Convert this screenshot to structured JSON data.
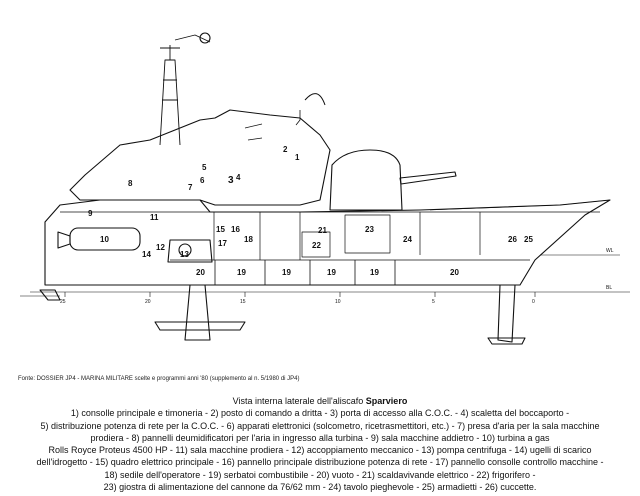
{
  "source_note": "Fonte: DOSSIER JP4 - MARINA MILITARE scelte e programmi anni '80 (supplemento al n. 5/1980 di JP4)",
  "caption": {
    "title_prefix": "Vista interna laterale dell'aliscafo ",
    "title_bold": "Sparviero",
    "lines": [
      "1) consolle principale e timoneria - 2) posto di comando a dritta - 3) porta di accesso alla C.O.C. - 4) scaletta del boccaporto -",
      "5) distribuzione potenza di rete per la C.O.C. - 6) apparati elettronici (solcometro, ricetrasmettitori, etc.) - 7) presa d'aria per la sala macchine",
      "prodiera - 8) pannelli deumidificatori per l'aria in ingresso alla turbina - 9) sala macchine addietro - 10) turbina a gas",
      "Rolls Royce Proteus 4500 HP - 11) sala macchine prodiera - 12) accoppiamento meccanico - 13) pompa centrifuga - 14) ugelli di scarico",
      "dell'idrogetto - 15) quadro elettrico principale - 16) pannello principale distribuzione potenza di rete - 17) pannello consolle controllo macchine -",
      "18) sedile dell'operatore - 19) serbatoi combustibile - 20) vuoto - 21) scaldavivande elettrico - 22) frigorifero -",
      "23) giostra di alimentazione del cannone da 76/62 mm - 24) tavolo pieghevole - 25) armadietti - 26) cuccette."
    ]
  },
  "diagram": {
    "labels": {
      "l1": "1",
      "l2": "2",
      "l3": "3",
      "l4": "4",
      "l5": "5",
      "l6": "6",
      "l7": "7",
      "l8": "8",
      "l9": "9",
      "l10": "10",
      "l11": "11",
      "l12": "12",
      "l13": "13",
      "l14": "14",
      "l15": "15",
      "l16": "16",
      "l17": "17",
      "l18": "18",
      "t19a": "19",
      "t19b": "19",
      "t19c": "19",
      "t19d": "19",
      "t20a": "20",
      "t20b": "20",
      "l21": "21",
      "l22": "22",
      "l23": "23",
      "l24": "24",
      "l25": "25",
      "l26": "26",
      "wl": "WL",
      "bl": "BL"
    },
    "frames": [
      "25",
      "20",
      "15",
      "10",
      "5",
      "0"
    ]
  }
}
